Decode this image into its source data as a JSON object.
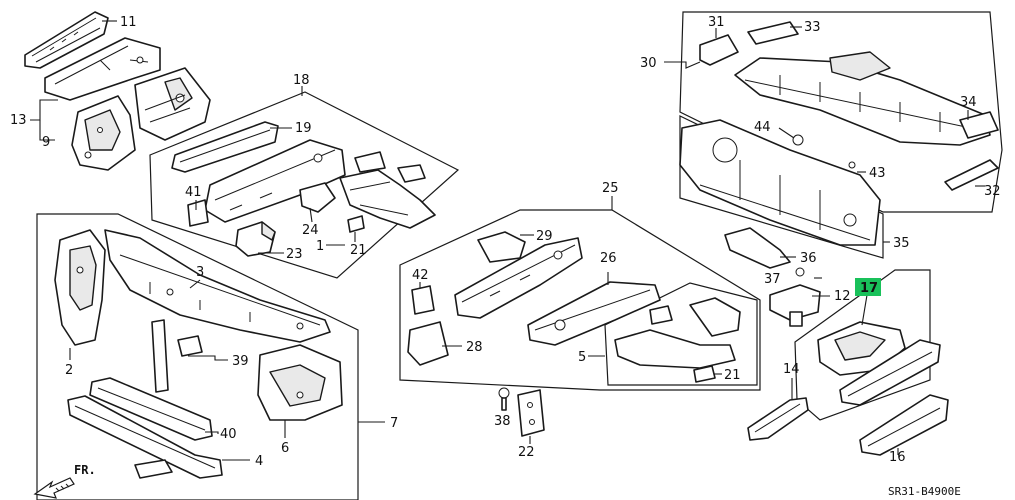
{
  "callouts": {
    "c1": "1",
    "c2": "2",
    "c3": "3",
    "c4": "4",
    "c5": "5",
    "c6": "6",
    "c7": "7",
    "c9": "9",
    "c11": "11",
    "c12": "12",
    "c13": "13",
    "c14": "14",
    "c16": "16",
    "c17": "17",
    "c18": "18",
    "c19": "19",
    "c21a": "21",
    "c21b": "21",
    "c22": "22",
    "c23": "23",
    "c24": "24",
    "c25": "25",
    "c26": "26",
    "c28": "28",
    "c29": "29",
    "c30": "30",
    "c31": "31",
    "c32": "32",
    "c33": "33",
    "c34": "34",
    "c35": "35",
    "c36": "36",
    "c37": "37",
    "c38": "38",
    "c39": "39",
    "c40": "40",
    "c41": "41",
    "c42": "42",
    "c43": "43",
    "c44": "44"
  },
  "highlight_color": "#19c15a",
  "direction_label": "FR.",
  "diagram_code": "SR31-B4900E"
}
